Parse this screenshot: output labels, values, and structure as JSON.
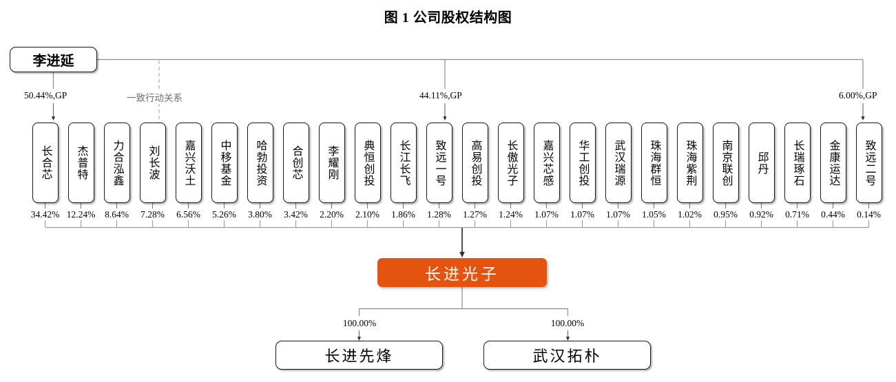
{
  "figure": {
    "title": "图 1 公司股权结构图"
  },
  "colors": {
    "company_fill": "#E4540F",
    "company_text": "#FFFFFF",
    "box_border": "#151515",
    "connector_line": "#8A8A8A",
    "arrow": "#3A3A3A",
    "dashed_line": "#B0B0B0"
  },
  "controller": {
    "name": "李进延"
  },
  "controller_links": [
    {
      "label": "50.44%,GP",
      "target": "长合芯"
    },
    {
      "label": "44.11%,GP",
      "target": "致远一号"
    },
    {
      "label": "6.00%,GP",
      "target": "致远二号"
    }
  ],
  "concert_party": {
    "label": "一致行动关系",
    "target": "刘长波"
  },
  "shareholders": [
    {
      "name": "长合芯",
      "percent": "34.42%"
    },
    {
      "name": "杰普特",
      "percent": "12.24%"
    },
    {
      "name": "力合泓鑫",
      "percent": "8.64%"
    },
    {
      "name": "刘长波",
      "percent": "7.28%"
    },
    {
      "name": "嘉兴沃土",
      "percent": "6.56%"
    },
    {
      "name": "中移基金",
      "percent": "5.26%"
    },
    {
      "name": "哈勃投资",
      "percent": "3.80%"
    },
    {
      "name": "合创芯",
      "percent": "3.42%"
    },
    {
      "name": "李耀刚",
      "percent": "2.20%"
    },
    {
      "name": "典恒创投",
      "percent": "2.10%"
    },
    {
      "name": "长江长飞",
      "percent": "1.86%"
    },
    {
      "name": "致远一号",
      "percent": "1.28%"
    },
    {
      "name": "高易创投",
      "percent": "1.27%"
    },
    {
      "name": "长傲光子",
      "percent": "1.24%"
    },
    {
      "name": "嘉兴芯感",
      "percent": "1.07%"
    },
    {
      "name": "华工创投",
      "percent": "1.07%"
    },
    {
      "name": "武汉瑞源",
      "percent": "1.07%"
    },
    {
      "name": "珠海群恒",
      "percent": "1.05%"
    },
    {
      "name": "珠海紫荆",
      "percent": "1.02%"
    },
    {
      "name": "南京联创",
      "percent": "0.95%"
    },
    {
      "name": "邱丹",
      "percent": "0.92%"
    },
    {
      "name": "长瑞琢石",
      "percent": "0.71%"
    },
    {
      "name": "金康运达",
      "percent": "0.44%"
    },
    {
      "name": "致远二号",
      "percent": "0.14%"
    }
  ],
  "company": {
    "name": "长进光子"
  },
  "subsidiaries": [
    {
      "name": "长进先烽",
      "percent": "100.00%"
    },
    {
      "name": "武汉拓朴",
      "percent": "100.00%"
    }
  ]
}
